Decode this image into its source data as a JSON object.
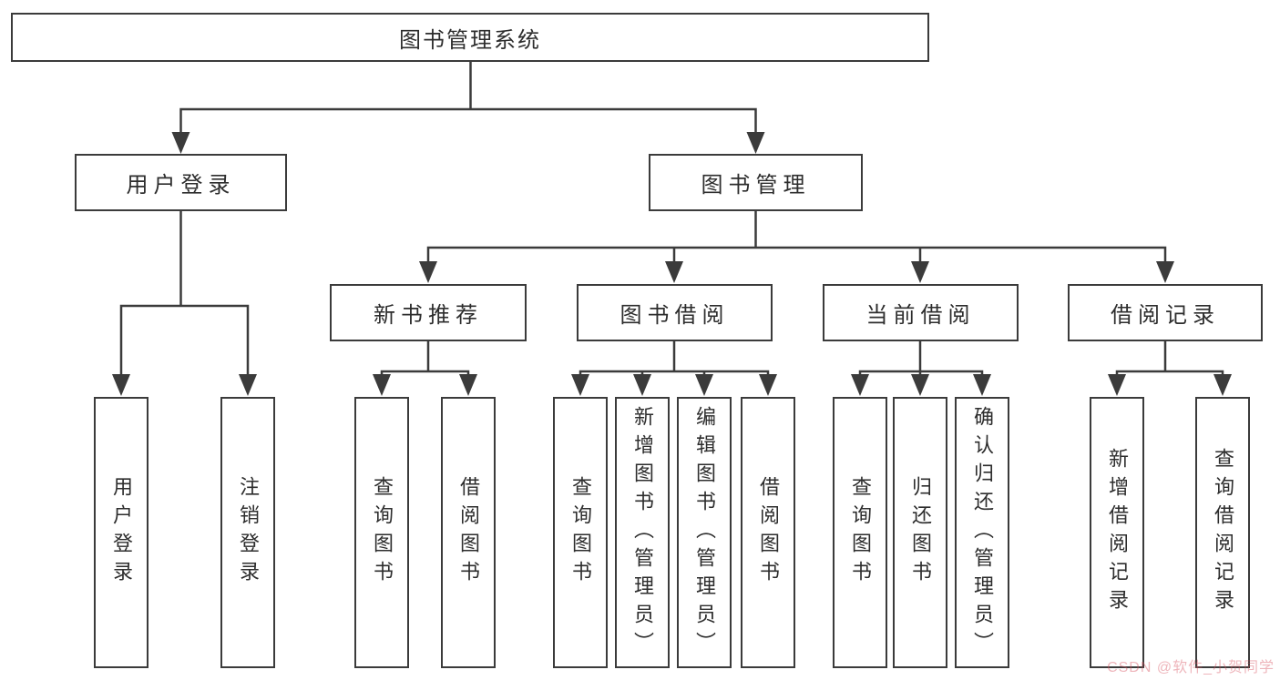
{
  "diagram_title": "图书管理系统",
  "nodes": {
    "root": "图书管理系统",
    "user_login": "用户登录",
    "book_management": "图书管理",
    "new_book_recommend": "新书推荐",
    "book_borrow": "图书借阅",
    "current_borrow": "当前借阅",
    "borrow_records": "借阅记录",
    "leaf_user_login": "用户登录",
    "leaf_logout": "注销登录",
    "leaf_query_book_1": "查询图书",
    "leaf_borrow_book_1": "借阅图书",
    "leaf_query_book_2": "查询图书",
    "leaf_add_book_admin": "新增图书（管理员）",
    "leaf_edit_book_admin": "编辑图书（管理员）",
    "leaf_borrow_book_2": "借阅图书",
    "leaf_query_book_3": "查询图书",
    "leaf_return_book": "归还图书",
    "leaf_confirm_return_admin": "确认归还（管理员）",
    "leaf_add_borrow_record": "新增借阅记录",
    "leaf_query_borrow_record": "查询借阅记录"
  },
  "hierarchy": {
    "图书管理系统": {
      "用户登录": [
        "用户登录",
        "注销登录"
      ],
      "图书管理": {
        "新书推荐": [
          "查询图书",
          "借阅图书"
        ],
        "图书借阅": [
          "查询图书",
          "新增图书（管理员）",
          "编辑图书（管理员）",
          "借阅图书"
        ],
        "当前借阅": [
          "查询图书",
          "归还图书",
          "确认归还（管理员）"
        ],
        "借阅记录": [
          "新增借阅记录",
          "查询借阅记录"
        ]
      }
    }
  },
  "watermark": "CSDN @软件_小贺同学",
  "colors": {
    "line": "#3b3b3b",
    "box_border": "#3b3b3b",
    "text": "#2d2d2d",
    "background": "#ffffff",
    "watermark": "#e2a4ab"
  }
}
